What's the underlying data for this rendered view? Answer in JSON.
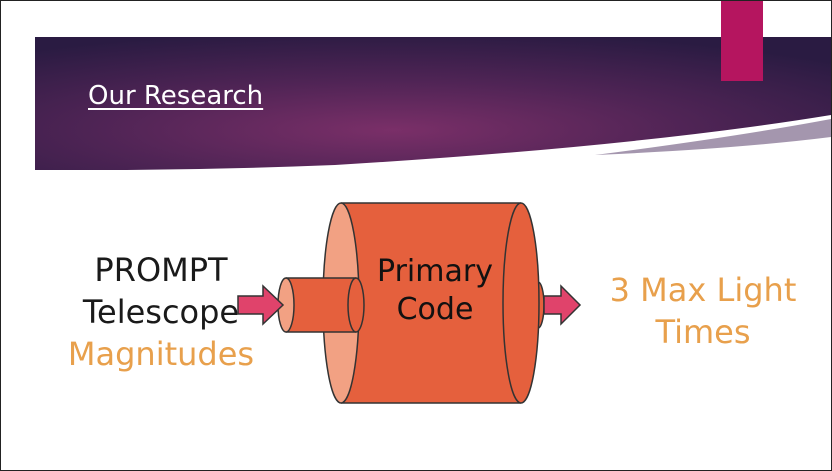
{
  "slide": {
    "title": "Our Research",
    "input": {
      "line1": "PROMPT",
      "line2": "Telescope",
      "line3": "Magnitudes"
    },
    "process": {
      "line1": "Primary",
      "line2": "Code"
    },
    "output": {
      "line1": "3 Max Light",
      "line2": "Times"
    }
  },
  "colors": {
    "banner_dark": "#2e1d45",
    "banner_mid": "#6b2c62",
    "accent": "#b5155f",
    "cylinder": "#e5603d",
    "cylinder_face": "#f2a183",
    "arrow": "#e0436b",
    "orange_text": "#e8a04c"
  }
}
